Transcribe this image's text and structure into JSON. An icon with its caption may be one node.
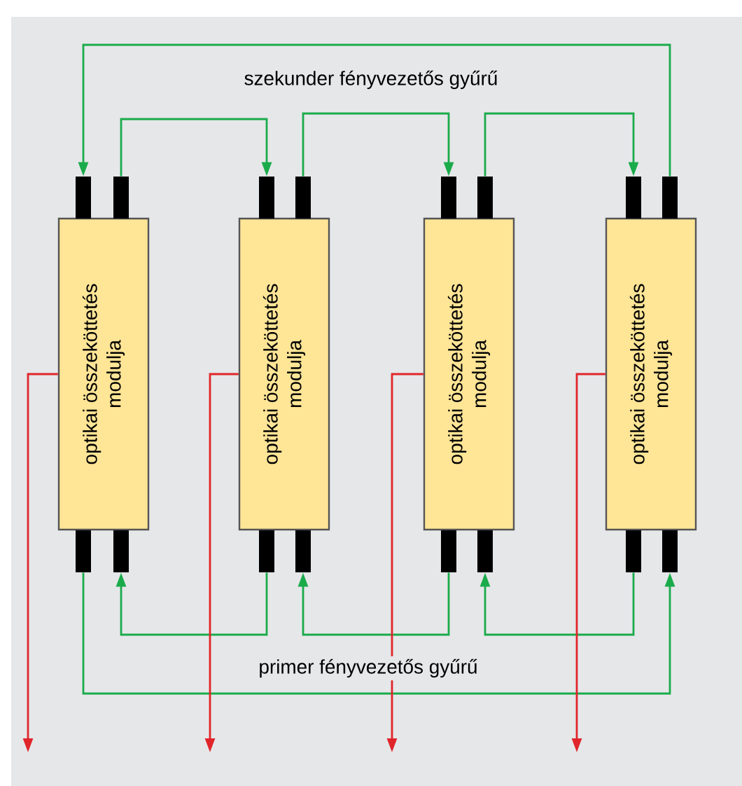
{
  "diagram": {
    "nodes": [
      {
        "text": [
          "optikai összeköttetés modulja"
        ]
      },
      {
        "text": [
          "optikai összeköttetés modulja"
        ]
      },
      {
        "text": [
          "optikai összeköttetés modulja"
        ]
      },
      {
        "text": [
          "optikai összeköttetés modulja"
        ]
      },
      {
        "text": [],
        "shape": "bar"
      },
      {
        "text": [],
        "shape": "bar"
      },
      {
        "text": [],
        "shape": "bar"
      },
      {
        "text": [],
        "shape": "bar"
      },
      {
        "text": [],
        "shape": "bar"
      },
      {
        "text": [],
        "shape": "bar"
      },
      {
        "text": [],
        "shape": "bar"
      },
      {
        "text": [],
        "shape": "bar"
      },
      {
        "text": [],
        "shape": "bar"
      },
      {
        "text": [],
        "shape": "bar"
      },
      {
        "text": [],
        "shape": "bar"
      },
      {
        "text": [],
        "shape": "bar"
      },
      {
        "text": [],
        "shape": "bar"
      },
      {
        "text": [],
        "shape": "bar"
      },
      {
        "text": [],
        "shape": "bar"
      },
      {
        "text": [],
        "shape": "bar"
      }
    ],
    "edges": [
      {
        "from": 11,
        "to": 4,
        "arrow": "to"
      },
      {
        "from": 5,
        "to": 6,
        "arrow": "to"
      },
      {
        "from": 7,
        "to": 8,
        "arrow": "to"
      },
      {
        "from": 9,
        "to": 10,
        "arrow": "to"
      },
      {
        "from": 12,
        "to": 19,
        "arrow": "to"
      },
      {
        "from": 14,
        "to": 13,
        "arrow": "to"
      },
      {
        "from": 16,
        "to": 15,
        "arrow": "to"
      },
      {
        "from": 18,
        "to": 17,
        "arrow": "to"
      },
      {
        "from": 0,
        "to": null,
        "arrow": "to",
        "color": "#e0262b"
      },
      {
        "from": 1,
        "to": null,
        "arrow": "to",
        "color": "#e0262b"
      },
      {
        "from": 2,
        "to": null,
        "arrow": "to",
        "color": "#e0262b"
      },
      {
        "from": 3,
        "to": null,
        "arrow": "to",
        "color": "#e0262b"
      }
    ],
    "labels": [
      "szekunder fényvezetős gyűrű",
      "primer fényvezetős gyűrű"
    ]
  }
}
